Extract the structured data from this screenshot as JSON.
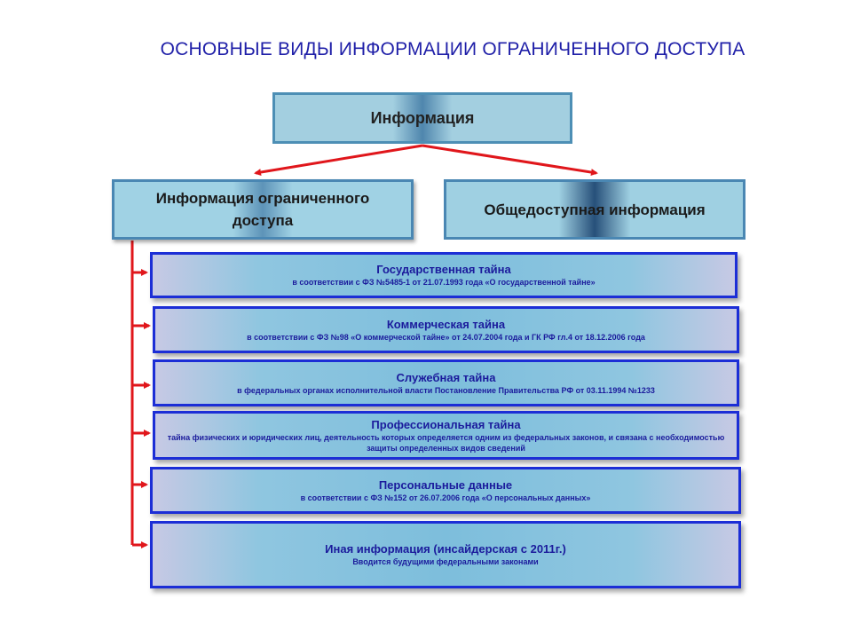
{
  "title": "ОСНОВНЫЕ ВИДЫ ИНФОРМАЦИИ ОГРАНИЧЕННОГО ДОСТУПА",
  "root": {
    "label": "Информация"
  },
  "branches": {
    "restricted": {
      "label": "Информация ограниченного доступа"
    },
    "public": {
      "label": "Общедоступная информация"
    }
  },
  "items": [
    {
      "title": "Государственная тайна",
      "sub": "в соответствии с ФЗ №5485-1 от 21.07.1993 года «О государственной тайне»"
    },
    {
      "title": "Коммерческая тайна",
      "sub": "в соответствии с ФЗ №98 «О коммерческой тайне» от 24.07.2004 года и ГК РФ гл.4 от 18.12.2006 года"
    },
    {
      "title": "Служебная тайна",
      "sub": "в федеральных органах исполнительной власти Постановление Правительства РФ от 03.11.1994 №1233"
    },
    {
      "title": "Профессиональная тайна",
      "sub": "тайна физических и юридических лиц, деятельность которых определяется одним из федеральных законов, и связана с необходимостью защиты определенных видов сведений"
    },
    {
      "title": "Персональные данные",
      "sub": "в соответствии с ФЗ №152 от 26.07.2006 года «О персональных данных»"
    },
    {
      "title": "Иная информация (инсайдерская с 2011г.)",
      "sub": "Вводится будущими федеральными законами"
    }
  ],
  "colors": {
    "arrow": "#e0161b",
    "item_border": "#1c2ed6",
    "item_text": "#1b1b9c",
    "title": "#1f1fa8"
  }
}
